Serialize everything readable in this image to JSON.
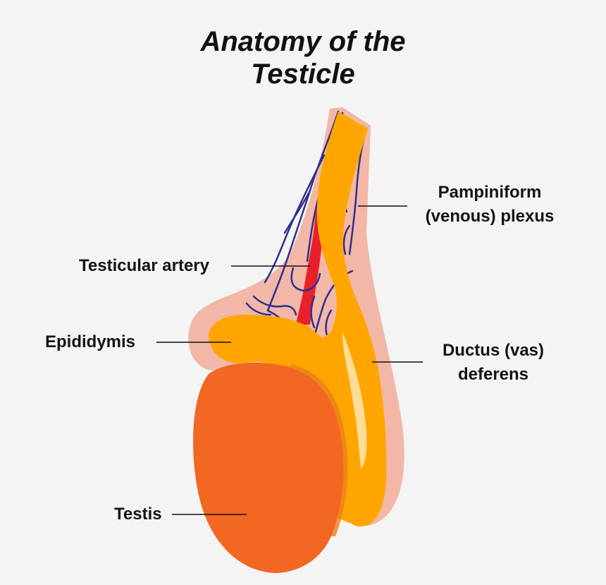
{
  "title": {
    "line1": "Anatomy of the",
    "line2": "Testicle"
  },
  "labels": {
    "pampiniform_line1": "Pampiniform",
    "pampiniform_line2": "(venous) plexus",
    "testicular_artery": "Testicular artery",
    "epididymis": "Epididymis",
    "ductus_line1": "Ductus (vas)",
    "ductus_line2": "deferens",
    "testis": "Testis"
  },
  "colors": {
    "background": "#f4f4f4",
    "skin": "#f2b7a6",
    "epididymis": "#ffa500",
    "testis": "#f26722",
    "artery": "#e8202a",
    "veins": "#2e2f8f",
    "leader_lines": "#111111"
  }
}
